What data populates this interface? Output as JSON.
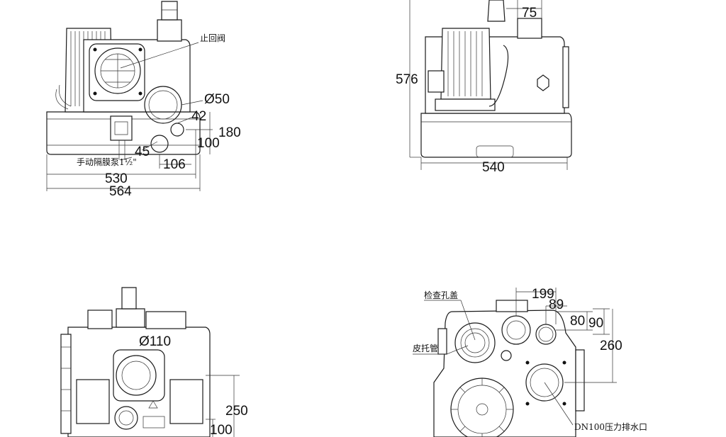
{
  "view_top_left": {
    "dims": {
      "d50": "Ø50",
      "d42": "42",
      "d180": "180",
      "d100": "100",
      "d45": "45",
      "d106": "106",
      "d530": "530",
      "d564": "564"
    },
    "labels": {
      "check_valve": "止回阀",
      "manual_pump": "手动隔膜泵1½\""
    }
  },
  "view_top_right": {
    "dims": {
      "d75": "75",
      "d576": "576",
      "d540": "540"
    }
  },
  "view_bottom_left": {
    "dims": {
      "d110": "Ø110",
      "d250": "250",
      "d100": "100"
    }
  },
  "view_bottom_right": {
    "dims": {
      "d199": "199",
      "d89": "89",
      "d80": "80",
      "d90": "90",
      "d260": "260"
    },
    "labels": {
      "inspection_cover": "检查孔盖",
      "leather_pipe": "皮托管",
      "discharge": "DN100压力排水口"
    }
  }
}
